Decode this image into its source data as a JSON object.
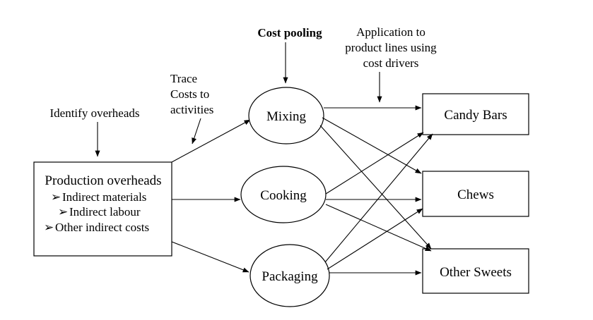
{
  "annotations": {
    "cost_pooling": "Cost pooling",
    "application": [
      "Application to",
      "product lines using",
      "cost drivers"
    ],
    "trace": [
      "Trace",
      "Costs to",
      "activities"
    ],
    "identify": "Identify overheads"
  },
  "source": {
    "title": "Production overheads",
    "items": [
      "Indirect materials",
      "Indirect labour",
      "Other indirect costs"
    ],
    "bullet": "➢"
  },
  "activities": [
    "Mixing",
    "Cooking",
    "Packaging"
  ],
  "products": [
    "Candy Bars",
    "Chews",
    "Other Sweets"
  ]
}
